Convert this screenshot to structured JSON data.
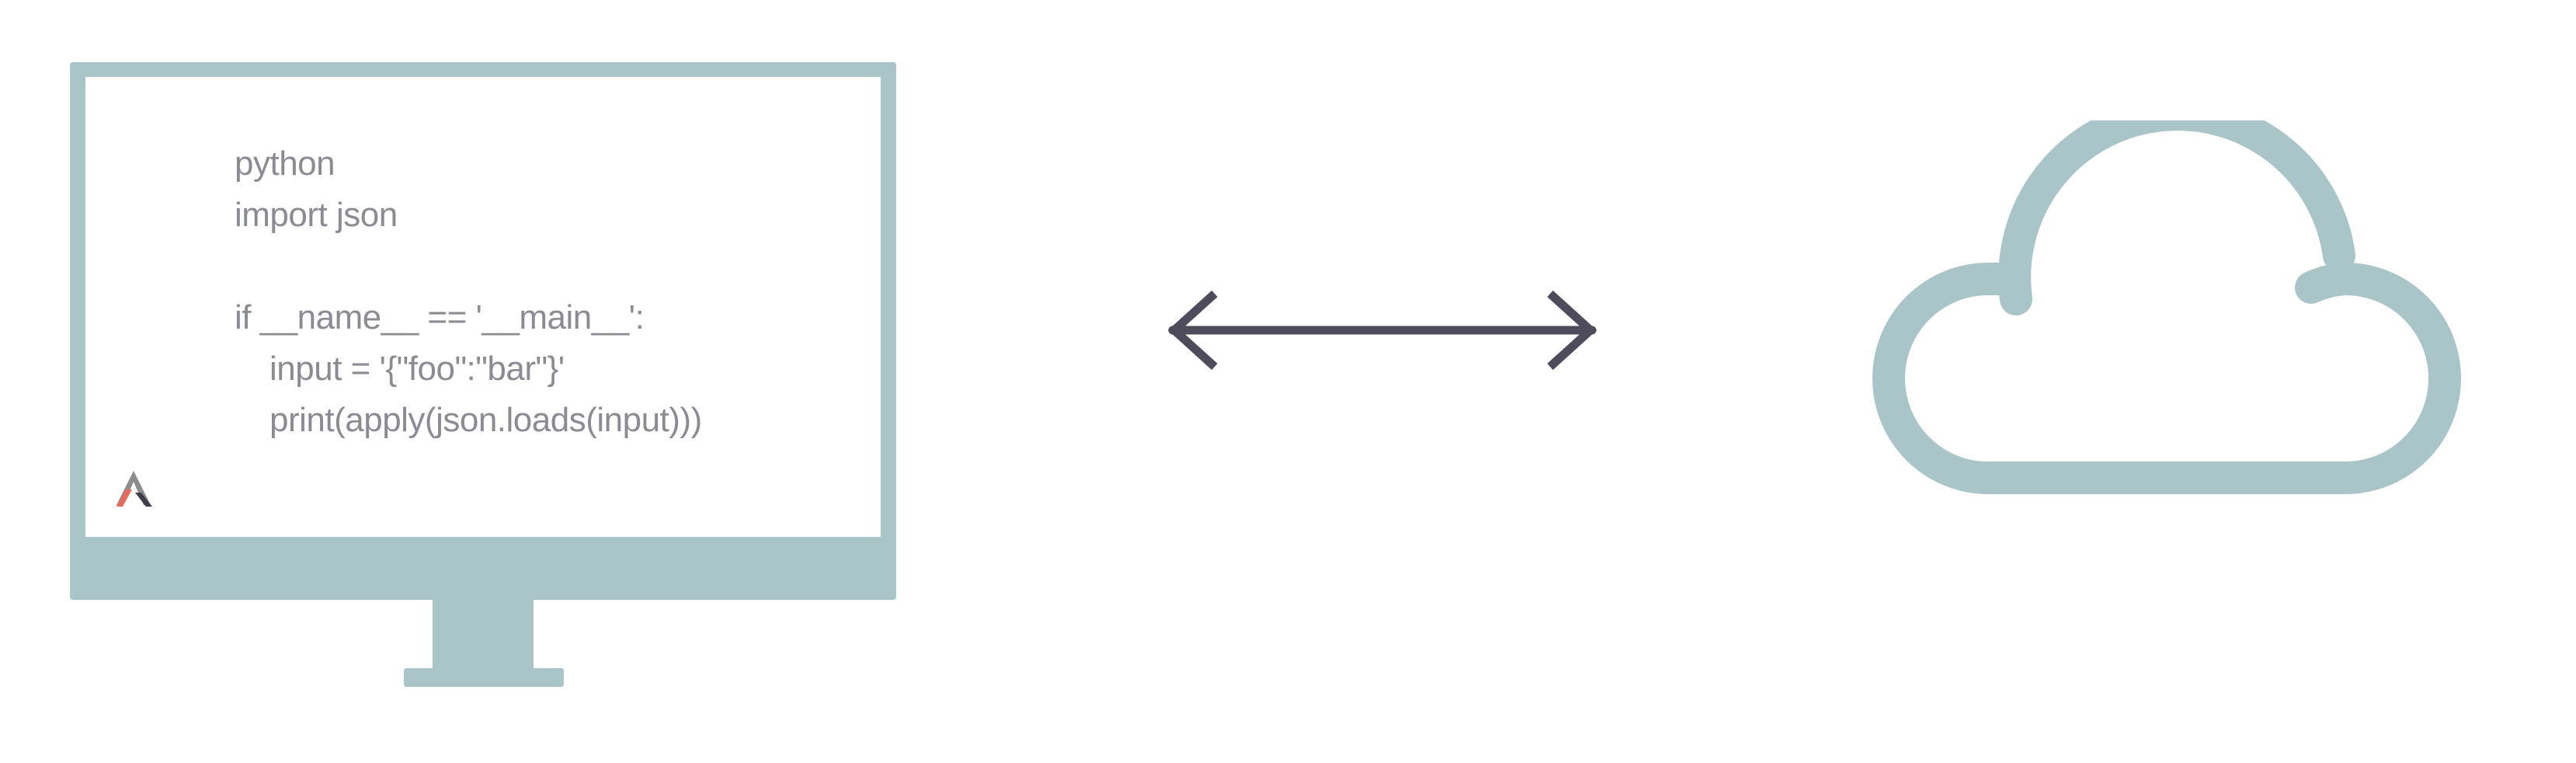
{
  "code": {
    "lines": [
      "python",
      "import json",
      "",
      "if __name__ == '__main__':",
      "input = '{\"foo\":\"bar\"}'",
      "print(apply(json.loads(input)))"
    ]
  },
  "icons": {
    "monitor": "desktop-monitor-icon",
    "logo": "brand-logo-icon",
    "arrow": "bidirectional-arrow-icon",
    "cloud": "cloud-icon"
  },
  "colors": {
    "monitor": "#aac5c8",
    "screen": "#ffffff",
    "code_text": "#8b8b94",
    "arrow": "#4e4c5a",
    "cloud": "#aac5c8",
    "logo_grey": "#8c8c8c",
    "logo_red": "#e86a5a",
    "logo_dark": "#3e3d4a"
  }
}
